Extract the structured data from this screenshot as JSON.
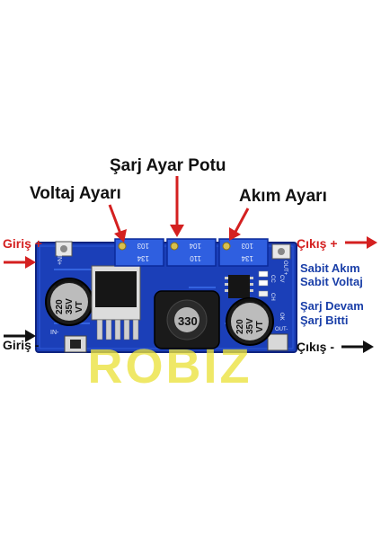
{
  "labels": {
    "charge_pot": "Şarj Ayar Potu",
    "voltage_adj": "Voltaj Ayarı",
    "current_adj": "Akım Ayarı",
    "input_plus": "Giriş +",
    "input_minus": "Giriş -",
    "output_plus": "Çıkış +",
    "output_minus": "Çıkış -",
    "const_current": "Sabit Akım",
    "const_voltage": "Sabit Voltaj",
    "charging": "Şarj Devam",
    "charge_done": "Şarj Bitti"
  },
  "board": {
    "silk_in_plus": "IN+",
    "silk_in_minus": "IN-",
    "silk_out_plus": "OUT+",
    "silk_out_minus": "OUT-",
    "silk_cc": "CC",
    "silk_cv": "CV",
    "silk_ch": "CH",
    "silk_ok": "OK",
    "cap_left": [
      "220",
      "35V",
      "VT"
    ],
    "cap_right": [
      "220",
      "35V",
      "VT"
    ],
    "inductor": "330",
    "pot_left": [
      "103",
      "134"
    ],
    "pot_mid": [
      "104",
      "110"
    ],
    "pot_right": [
      "103",
      "134"
    ]
  },
  "watermark": "ROBIZ",
  "colors": {
    "pcb_blue": "#1b3fb8",
    "arrow_red": "#d42020",
    "arrow_black": "#111111",
    "label_blue": "#1a3fa8",
    "watermark": "#ebe13c"
  }
}
